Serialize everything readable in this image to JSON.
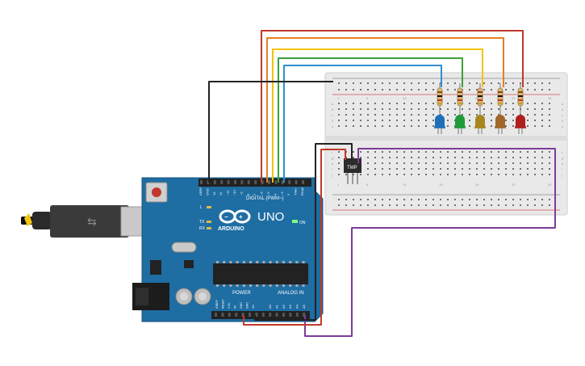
{
  "arduino": {
    "brand": "ARDUINO",
    "model": "UNO",
    "on_label": "ON",
    "digital_label": "DIGITAL (PWM~)",
    "power_label": "POWER",
    "analog_label": "ANALOG IN",
    "tx_label": "TX",
    "rx_label": "RX",
    "l_label": "L",
    "digital_pins": [
      "AREF",
      "GND",
      "13",
      "12",
      "~11",
      "~10",
      "~9",
      "8",
      "7",
      "~6",
      "~5",
      "4",
      "~3",
      "2",
      "TX▸1",
      "RX◂0"
    ],
    "power_pins": [
      "IOREF",
      "RESET",
      "3.3V",
      "5V",
      "GND",
      "GND",
      "Vin"
    ],
    "analog_pins": [
      "A0",
      "A1",
      "A2",
      "A3",
      "A4",
      "A5"
    ]
  },
  "breadboard": {
    "row_letters_top": [
      "a",
      "b",
      "c",
      "d",
      "e"
    ],
    "row_letters_bottom": [
      "f",
      "g",
      "h",
      "i",
      "j"
    ],
    "column_numbers": [
      "1",
      "5",
      "10",
      "15",
      "20",
      "25",
      "30"
    ]
  },
  "sensor": {
    "label": "TMP"
  },
  "leds": [
    {
      "color": "#1f6fb8"
    },
    {
      "color": "#1f9a3a"
    },
    {
      "color": "#a8861f"
    },
    {
      "color": "#a0662a"
    },
    {
      "color": "#b01e1e"
    }
  ],
  "wires": [
    {
      "color": "#c0392b"
    },
    {
      "color": "#e67e22"
    },
    {
      "color": "#f1c40f"
    },
    {
      "color": "#3aa13a"
    },
    {
      "color": "#2e8fd0"
    },
    {
      "color": "#222222"
    },
    {
      "color": "#7d3c98"
    }
  ]
}
